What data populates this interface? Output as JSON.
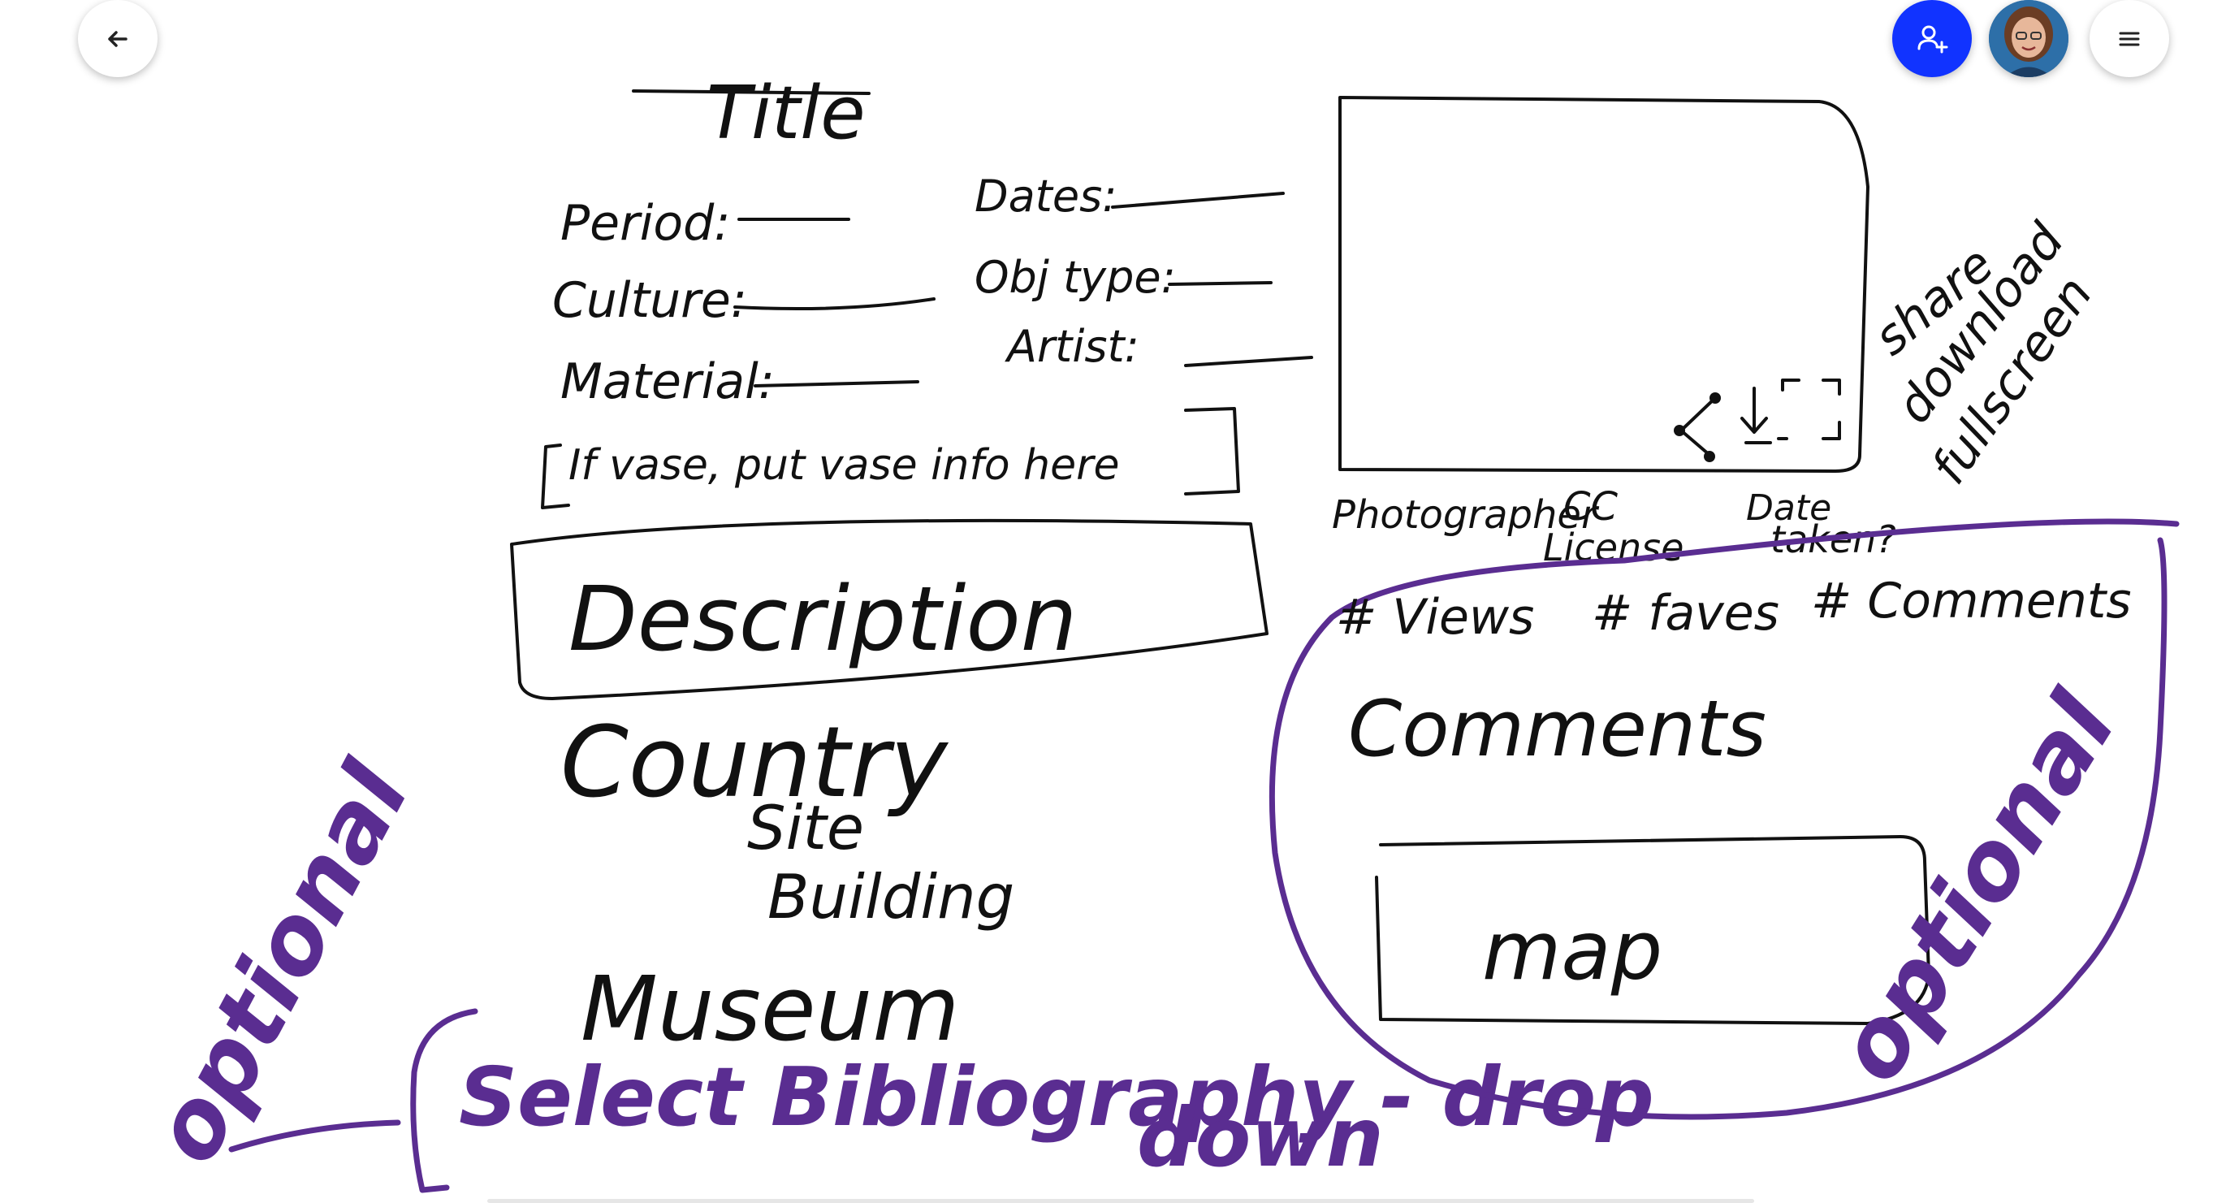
{
  "toolbar": {
    "back_icon": "arrow-left-icon",
    "share_icon": "add-person-icon",
    "avatar": "user-avatar",
    "menu_icon": "hamburger-menu-icon",
    "accent_color": "#1133ff",
    "ink_purple": "#5a2d91"
  },
  "sketch": {
    "title": "Title",
    "period": "Period:",
    "culture": "Culture:",
    "material": "Material:",
    "dates": "Dates:",
    "obj_type": "Obj type:",
    "artist": "Artist:",
    "vase_note": "If vase, put vase info here",
    "description": "Description",
    "country": "Country",
    "site": "Site",
    "building": "Building",
    "museum": "Museum",
    "bibliography": "Select Bibliography - drop",
    "bibliography_2": "down",
    "optional_left": "optional",
    "optional_right": "optional",
    "photographer": "Photographer",
    "cc": "CC",
    "license": "License",
    "date": "Date",
    "taken": "taken?",
    "share": "share",
    "download": "download",
    "fullscreen": "fullscreen",
    "views": "# Views",
    "faves": "# faves",
    "comments_count": "# Comments",
    "comments": "Comments",
    "map": "map"
  }
}
